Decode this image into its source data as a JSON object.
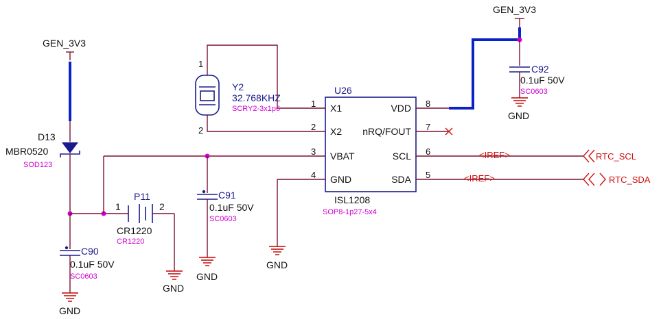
{
  "power": {
    "gen_left": "GEN_3V3",
    "gen_right": "GEN_3V3",
    "gnd": "GND"
  },
  "d13": {
    "ref": "D13",
    "part": "MBR0520",
    "footprint": "SOD123"
  },
  "c90": {
    "ref": "C90",
    "value": "0.1uF 50V",
    "footprint": "SC0603"
  },
  "p11": {
    "ref": "P11",
    "part": "CR1220",
    "footprint": "CR1220",
    "pin1": "1",
    "pin2": "2"
  },
  "c91": {
    "ref": "C91",
    "value": "0.1uF 50V",
    "footprint": "SC0603"
  },
  "y2": {
    "ref": "Y2",
    "value": "32.768KHZ",
    "footprint": "SCRY2-3x1p6",
    "pin1": "1",
    "pin2": "2"
  },
  "c92": {
    "ref": "C92",
    "value": "0.1uF 50V",
    "footprint": "SC0603"
  },
  "u26": {
    "ref": "U26",
    "part": "ISL1208",
    "footprint": "SOP8-1p27-5x4",
    "left_pins": [
      {
        "num": "1",
        "name": "X1"
      },
      {
        "num": "2",
        "name": "X2"
      },
      {
        "num": "3",
        "name": "VBAT"
      },
      {
        "num": "4",
        "name": "GND"
      }
    ],
    "right_pins": [
      {
        "num": "8",
        "name": "VDD"
      },
      {
        "num": "7",
        "name": "nRQ/FOUT"
      },
      {
        "num": "6",
        "name": "SCL"
      },
      {
        "num": "5",
        "name": "SDA"
      }
    ]
  },
  "nets": {
    "iref_scl": "<IREF>",
    "iref_sda": "<IREF>",
    "rtc_scl": "RTC_SCL",
    "rtc_sda": "RTC_SDA"
  },
  "colors": {
    "wire": "#7a1030",
    "power_bus": "#0a22c8",
    "component": "#1a1a8c",
    "ground": "#c40000",
    "net_port": "#d01010",
    "junction": "#d000d0"
  }
}
